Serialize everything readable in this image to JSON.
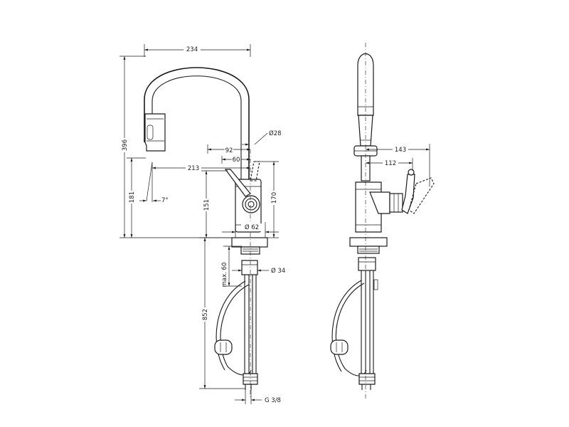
{
  "dimensions": {
    "width_total": "234",
    "height_total": "396",
    "spout_diameter": "Ø28",
    "offset_92": "92",
    "offset_60": "60",
    "reach_213": "213",
    "angle": "7°",
    "height_181": "181",
    "height_151": "151",
    "height_170": "170",
    "base_diameter": "Ø 62",
    "thread_diameter": "Ø 34",
    "max_thickness": "max. 60",
    "hose_length": "852",
    "connection": "G 3/8",
    "side_reach_143": "143",
    "side_reach_112": "112"
  }
}
